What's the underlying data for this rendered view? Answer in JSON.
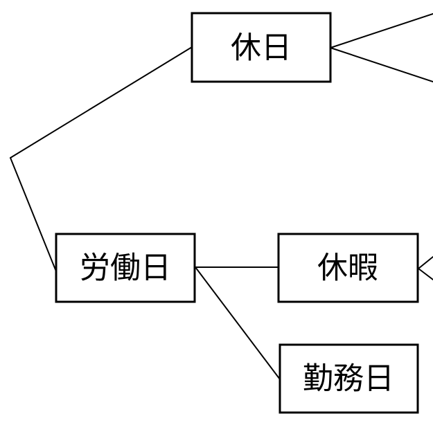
{
  "diagram": {
    "nodes": {
      "holiday": "休日",
      "working_day": "労働日",
      "vacation": "休暇",
      "duty_day": "勤務日"
    }
  }
}
